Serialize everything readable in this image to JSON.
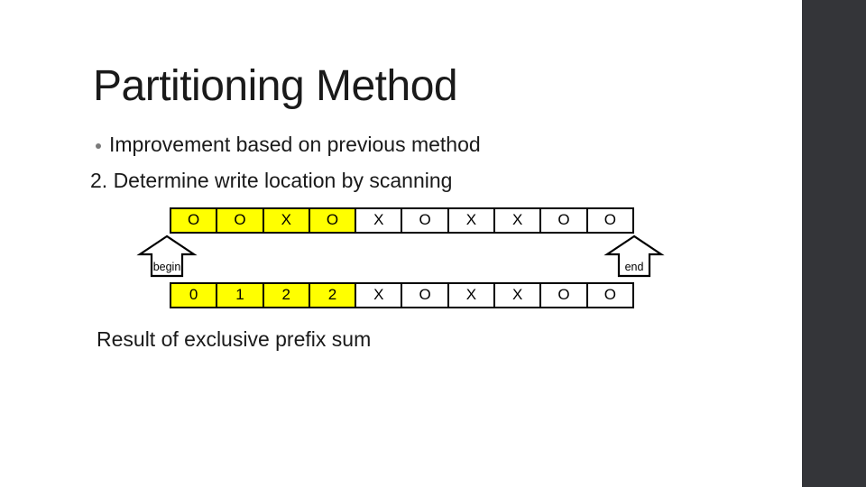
{
  "theme": {
    "background_color": "#FFFFFF",
    "sidebar_color": "#343539",
    "highlight_color": "#FFFF00",
    "cell_border_color": "#000000",
    "text_color": "#1A1A1A",
    "bullet_dot_color": "#7A7A7A"
  },
  "slide": {
    "title": "Partitioning Method",
    "bullet_text": "Improvement based on previous method",
    "step_text": "2. Determine write location by scanning",
    "result_text": "Result of exclusive prefix sum"
  },
  "diagram": {
    "begin_label": "begin",
    "end_label": "end",
    "highlighted_cells": 4,
    "top_row": [
      "O",
      "O",
      "X",
      "O",
      "X",
      "O",
      "X",
      "X",
      "O",
      "O"
    ],
    "bottom_row": [
      "0",
      "1",
      "2",
      "2",
      "X",
      "O",
      "X",
      "X",
      "O",
      "O"
    ]
  }
}
